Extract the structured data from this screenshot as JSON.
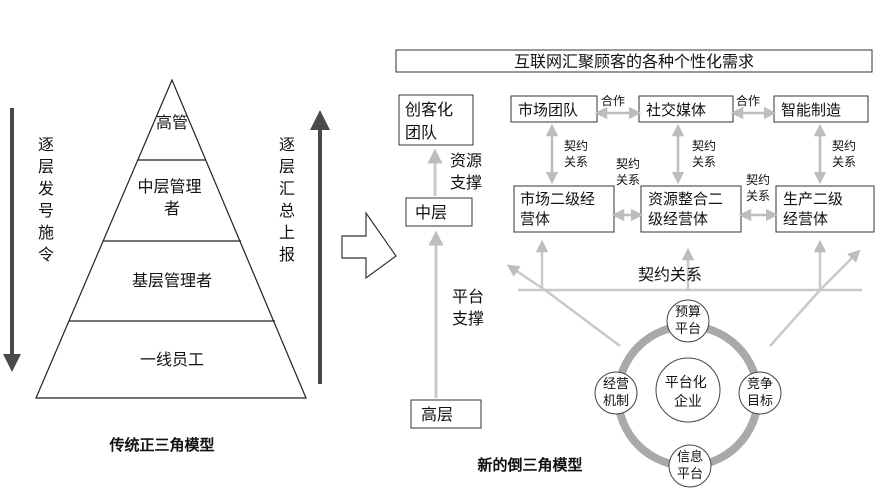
{
  "left_model": {
    "levels": [
      "高管",
      "中层管理者",
      "基层管理者",
      "一线员工"
    ],
    "down_arrow_label": "逐层发号施令",
    "up_arrow_label": "逐层汇总上报",
    "caption": "传统正三角模型"
  },
  "right_model": {
    "top_banner": "互联网汇聚顾客的各种个性化需求",
    "maker_team": "创客化团队",
    "resource_support": "资源支撑",
    "middle_layer": "中层",
    "platform_support": "平台支撑",
    "top_management": "高层",
    "top_row": [
      "市场团队",
      "社交媒体",
      "智能制造"
    ],
    "cooperation_label": "合作",
    "second_row": [
      "市场二级经营体",
      "资源整合二级经营体",
      "生产二级经营体"
    ],
    "contract_label": "契约关系",
    "contract_relation_big": "契约关系",
    "center_node": "平台化企业",
    "ring_nodes": {
      "top": "预算平台",
      "left": "经营机制",
      "right": "竞争目标",
      "bottom": "信息平台"
    },
    "caption": "新的倒三角模型"
  },
  "colors": {
    "dark_arrow": "#4a4a4a",
    "light_arrow": "#c9c9c9",
    "ring": "#a9a9a9",
    "border": "#333333"
  }
}
